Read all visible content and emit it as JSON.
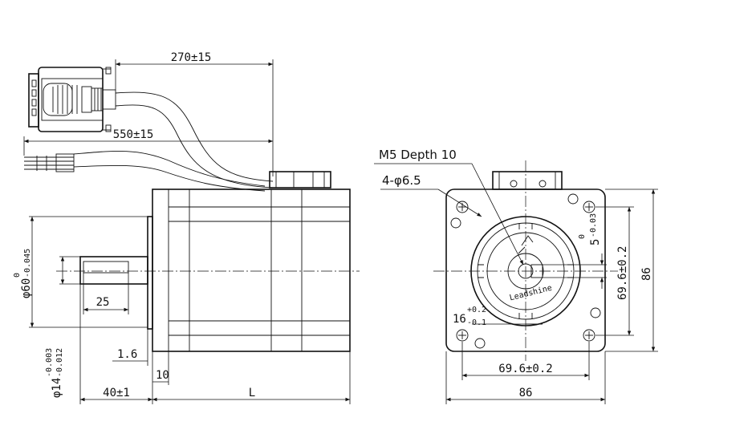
{
  "drawing": {
    "cable_length_encoder": "270±15",
    "cable_length_power": "550±15",
    "thread_note": "M5 Depth 10",
    "holes_note": "4-φ6.5",
    "flange_dia": "φ60",
    "flange_tol_upper": "0",
    "flange_tol_lower": "-0.045",
    "shaft_dia": "φ14",
    "shaft_tol_upper": "-0.003",
    "shaft_tol_lower": "-0.012",
    "key_length": "25",
    "flange_thickness": "1.6",
    "boss_length": "10",
    "shaft_length": "40±1",
    "body_length": "L",
    "key_width": "5",
    "key_width_tol_upper": "0",
    "key_width_tol_lower": "-0.03",
    "key_height": "16",
    "key_height_tol_upper": "+0.2",
    "key_height_tol_lower": "-0.1",
    "bolt_spacing_h": "69.6±0.2",
    "bolt_spacing_v": "69.6±0.2",
    "frame_width": "86",
    "frame_height": "86",
    "brand_text": "Leadshine"
  }
}
